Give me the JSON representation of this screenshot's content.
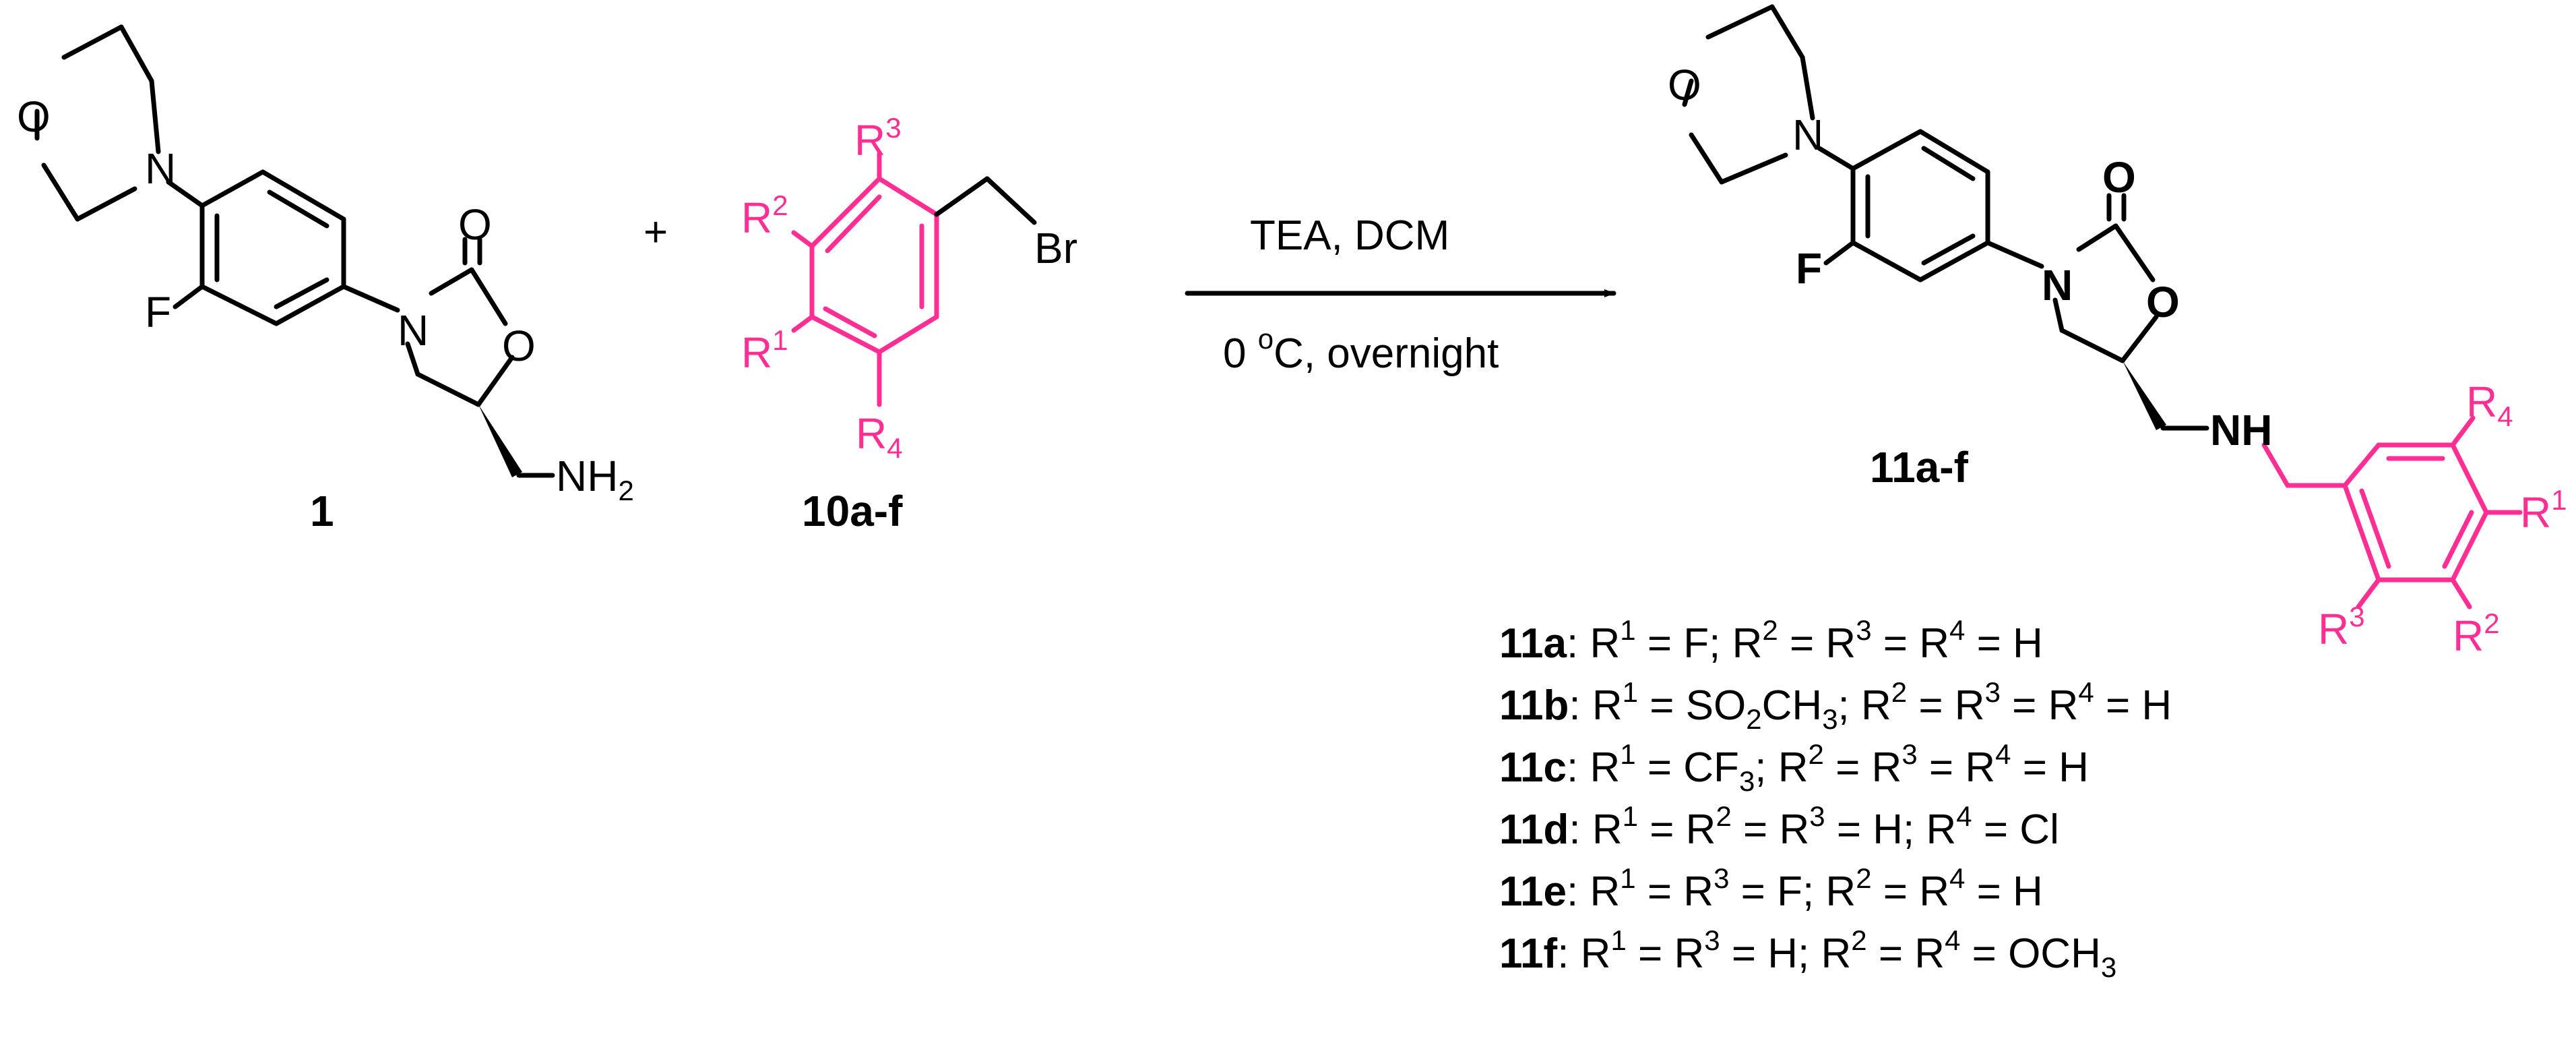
{
  "colors": {
    "bond": "#000000",
    "substituent": "#ff2e93"
  },
  "reactant1": {
    "label": "1",
    "atoms": {
      "O_morph": "O",
      "N_morph": "N",
      "F": "F",
      "N_ox": "N",
      "O_carbonyl": "O",
      "O_ring": "O",
      "amine": "NH",
      "amine_sub": "2"
    }
  },
  "plus": "+",
  "reactant2": {
    "label": "10a-f",
    "atoms": {
      "Br": "Br",
      "R": "R",
      "s1": "1",
      "s2": "2",
      "s3": "3",
      "s4": "4"
    }
  },
  "conditions": {
    "reagents": "TEA, DCM",
    "temp_value": "0",
    "temp_degree": "o",
    "temp_rest": "C, overnight"
  },
  "product": {
    "label": "11a-f",
    "atoms": {
      "O_morph": "O",
      "N_morph": "N",
      "F": "F",
      "N_ox": "N",
      "O_carbonyl": "O",
      "O_ring": "O",
      "NH": "NH",
      "R": "R",
      "s1": "1",
      "s2": "2",
      "s3": "3",
      "s4": "4"
    }
  },
  "substituents": [
    {
      "id": "11a",
      "parts": [
        ": R",
        "1",
        " = F; R",
        "2",
        " = R",
        "3",
        " = R",
        "4",
        " = H"
      ]
    },
    {
      "id": "11b",
      "parts": [
        ": R",
        "1",
        " = SO",
        "2",
        "CH",
        "3",
        "; R",
        "2",
        " = R",
        "3",
        " = R",
        "4",
        " = H"
      ]
    },
    {
      "id": "11c",
      "parts": [
        ": R",
        "1",
        " = CF",
        "3",
        "; R",
        "2",
        " = R",
        "3",
        " = R",
        "4",
        " = H"
      ]
    },
    {
      "id": "11d",
      "parts": [
        ": R",
        "1",
        " = R",
        "2",
        " = R",
        "3",
        " = H; R",
        "4",
        " = Cl"
      ]
    },
    {
      "id": "11e",
      "parts": [
        ": R",
        "1",
        " = R",
        "3",
        " = F; R",
        "2",
        " = R",
        "4",
        " = H"
      ]
    },
    {
      "id": "11f",
      "parts": [
        ": R",
        "1",
        " = R",
        "3",
        " = H; R",
        "2",
        " = R",
        "4",
        " = OCH",
        "3"
      ]
    }
  ]
}
